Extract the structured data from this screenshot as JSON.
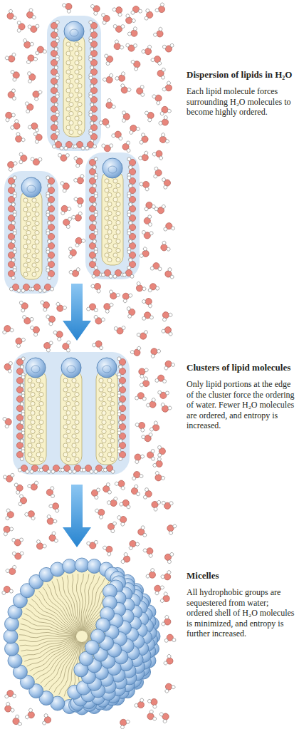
{
  "diagram": {
    "labels": [
      "Dispersion of lipids in H₂O",
      "Each lipid molecule forces surrounding H₂O molecules to become highly ordered.",
      "Clusters of lipid molecules",
      "Only lipid portions at the edge of the cluster force the ordering of water. Fewer H₂O molecules are ordered, and entropy is increased.",
      "Micelles",
      "All hydrophobic groups are sequestered from water; ordered shell of H₂O molecules is minimized, and entropy is further increased."
    ]
  }
}
